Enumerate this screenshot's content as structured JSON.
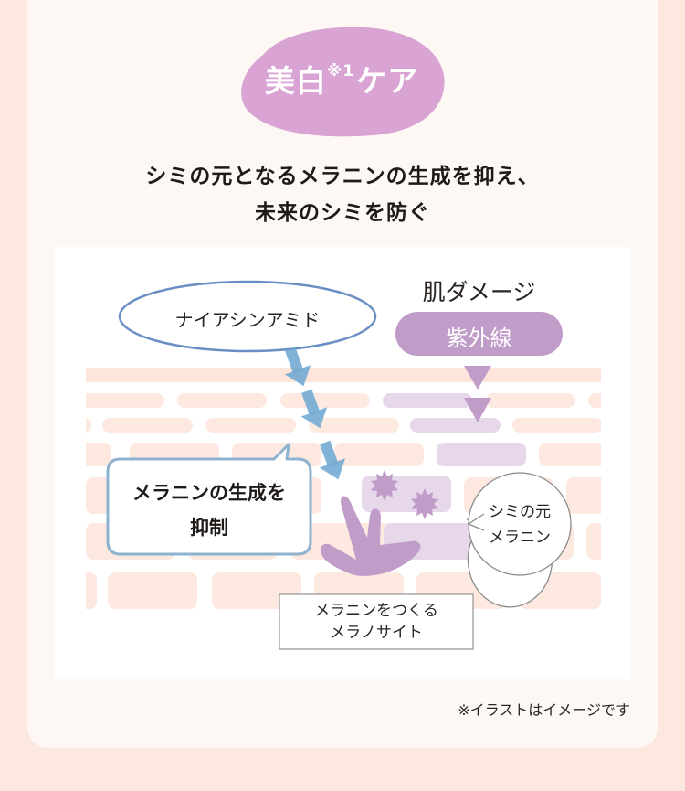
{
  "badge": {
    "title_pre": "美白",
    "title_sup": "※1",
    "title_post": "ケア",
    "color": "#d9a3d3"
  },
  "headline": {
    "line1": "シミの元となるメラニンの生成を抑え、",
    "line2": "未来のシミを防ぐ"
  },
  "illustration": {
    "ingredient_label": "ナイアシンアミド",
    "damage_title": "肌ダメージ",
    "uv_label": "紫外線",
    "suppress_line1": "メラニンの生成を",
    "suppress_line2": "抑制",
    "melanin_line1": "シミの元",
    "melanin_line2": "メラニン",
    "melanocyte_line1": "メラニンをつくる",
    "melanocyte_line2": "メラノサイト",
    "colors": {
      "skin_brick": "#fde9df",
      "affected_brick": "#e6d7ea",
      "purple": "#c09cc8",
      "arrow_blue": "#6fa8d4",
      "ellipse_stroke": "#6a8fc4",
      "bubble_stroke": "#8fb2cf"
    }
  },
  "footnote": "※イラストはイメージです"
}
